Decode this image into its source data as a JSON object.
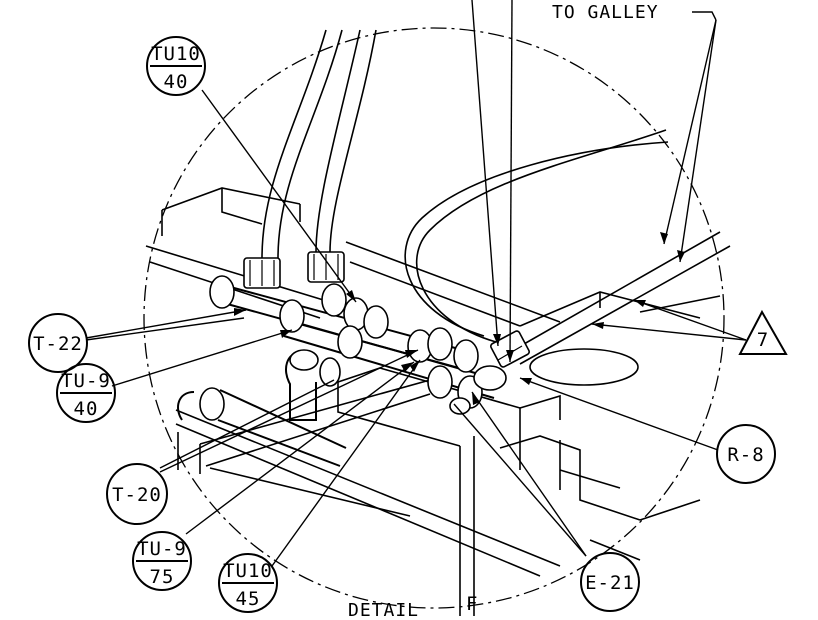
{
  "callouts": {
    "to_galley": "TO GALLEY",
    "tu10_40_top": "TU10",
    "tu10_40_bottom": "40",
    "t22": "T-22",
    "tu9_40_top": "TU-9",
    "tu9_40_bottom": "40",
    "t20": "T-20",
    "tu9_75_top": "TU-9",
    "tu9_75_bottom": "75",
    "tu10_45_top": "TU10",
    "tu10_45_bottom": "45",
    "e21": "E-21",
    "r8": "R-8",
    "triangle_7": "7",
    "detail_label": "DETAIL",
    "detail_letter": "F"
  }
}
